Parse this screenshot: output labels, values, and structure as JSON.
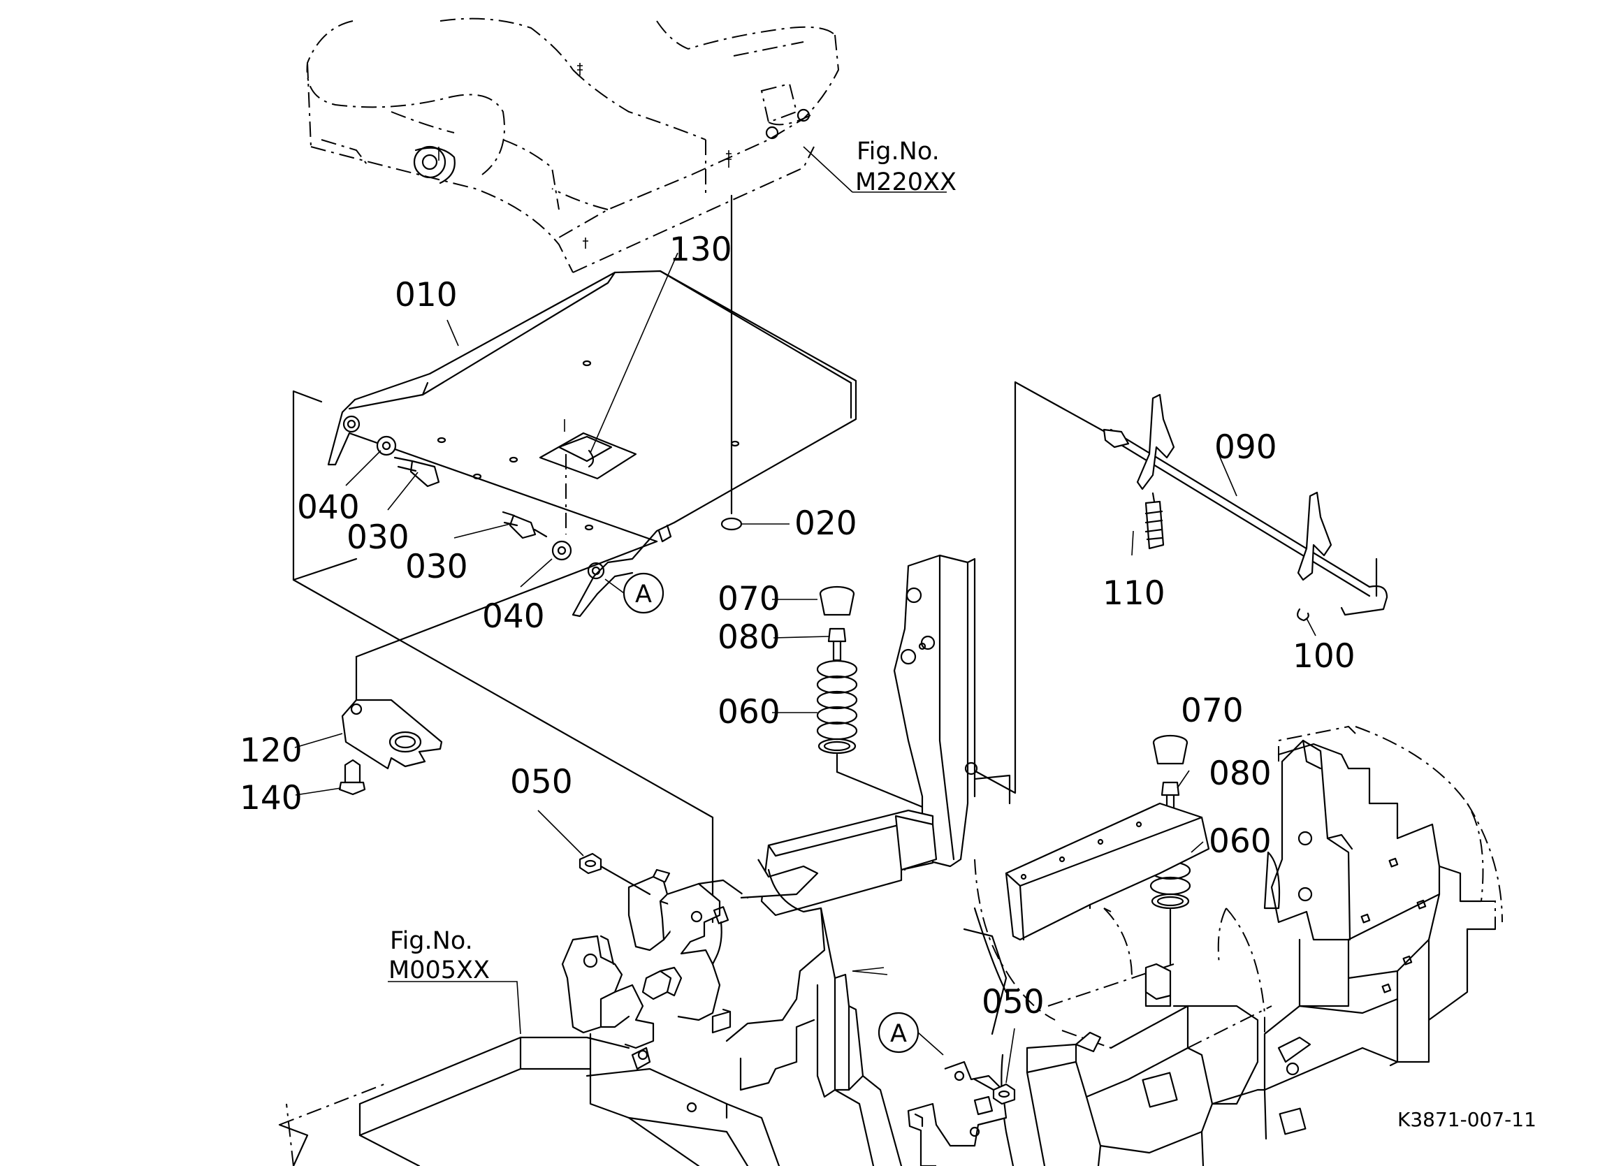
{
  "parts": [
    {
      "id": "p010",
      "label": "010"
    },
    {
      "id": "p020",
      "label": "020"
    },
    {
      "id": "p030a",
      "label": "030"
    },
    {
      "id": "p030b",
      "label": "030"
    },
    {
      "id": "p040a",
      "label": "040"
    },
    {
      "id": "p040b",
      "label": "040"
    },
    {
      "id": "p050a",
      "label": "050"
    },
    {
      "id": "p050b",
      "label": "050"
    },
    {
      "id": "p060a",
      "label": "060"
    },
    {
      "id": "p060b",
      "label": "060"
    },
    {
      "id": "p070a",
      "label": "070"
    },
    {
      "id": "p070b",
      "label": "070"
    },
    {
      "id": "p080a",
      "label": "080"
    },
    {
      "id": "p080b",
      "label": "080"
    },
    {
      "id": "p090",
      "label": "090"
    },
    {
      "id": "p100",
      "label": "100"
    },
    {
      "id": "p110",
      "label": "110"
    },
    {
      "id": "p120",
      "label": "120"
    },
    {
      "id": "p130",
      "label": "130"
    },
    {
      "id": "p140",
      "label": "140"
    }
  ],
  "references": [
    {
      "id": "ref-seat",
      "title": "Fig.No.",
      "code": "M220XX"
    },
    {
      "id": "ref-frame",
      "title": "Fig.No.",
      "code": "M005XX"
    }
  ],
  "markers": [
    {
      "id": "marker-a-1",
      "letter": "A"
    },
    {
      "id": "marker-a-2",
      "letter": "A"
    }
  ],
  "drawing_code": "K3871-007-11"
}
